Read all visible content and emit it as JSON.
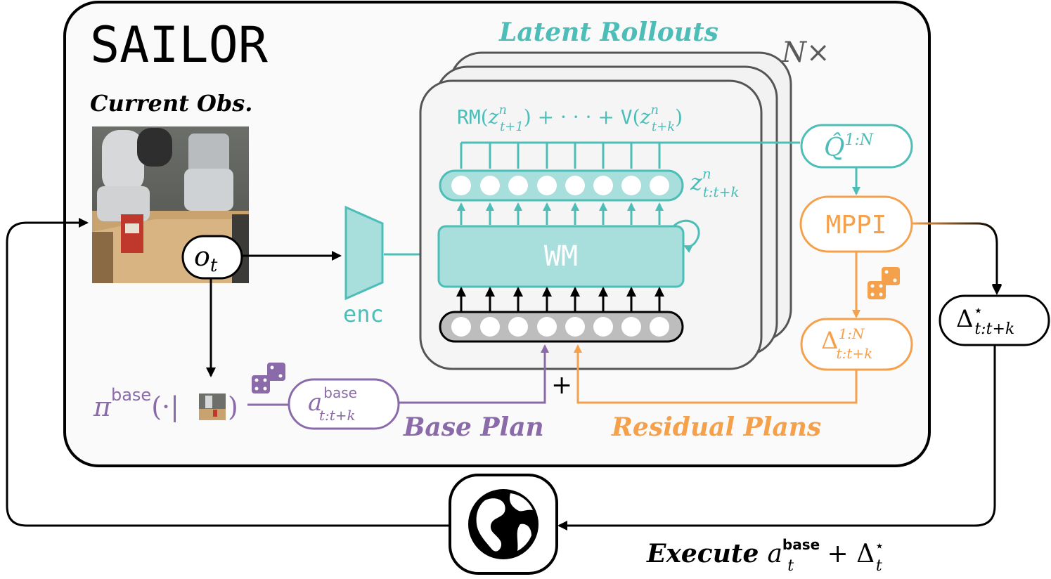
{
  "title": "SAILOR",
  "current_obs_label": "Current Obs.",
  "latent_rollouts_label": "Latent Rollouts",
  "stack_count": "N",
  "stack_times": "×",
  "reward_sum": {
    "rm": "RM",
    "sum_mid": ") + · · · + ",
    "v": "V"
  },
  "latent_label": {
    "base": "z",
    "sup": "n",
    "sub": "t:t+k"
  },
  "wm_label": "WM",
  "enc_label": "enc",
  "obs_node": {
    "base": "o",
    "sub": "t"
  },
  "q_node": {
    "base": "Q̂",
    "sup": "1:N"
  },
  "mppi_label": "MPPI",
  "residual_node": {
    "base": "Δ",
    "sup": "1:N",
    "sub": "t:t+k"
  },
  "output_node": {
    "base": "Δ",
    "sup": "⋆",
    "sub": "t:t+k"
  },
  "policy": {
    "pi": "π",
    "sup": "base",
    "args_open": "(·|",
    "args_close": ")"
  },
  "base_action_node": {
    "base": "a",
    "sup": "base",
    "sub": "t:t+k"
  },
  "plus_sign": "+",
  "base_plan_label": "Base Plan",
  "residual_plans_label": "Residual Plans",
  "execute": {
    "label": "Execute",
    "a": "a",
    "a_sup": "base",
    "a_sub": "t",
    "plus": " + Δ",
    "delta_sup": "⋆",
    "delta_sub": "t"
  },
  "colors": {
    "teal": "#4dbdb8",
    "teal_fill": "#a8dedb",
    "orange": "#f5a04a",
    "purple": "#8a6aa8",
    "black": "#000000",
    "panel_fill": "#f5f5f5",
    "gray_fill": "#bdbdbd"
  },
  "icons": [
    "globe-icon",
    "dice-icon",
    "robot-camera-image"
  ]
}
